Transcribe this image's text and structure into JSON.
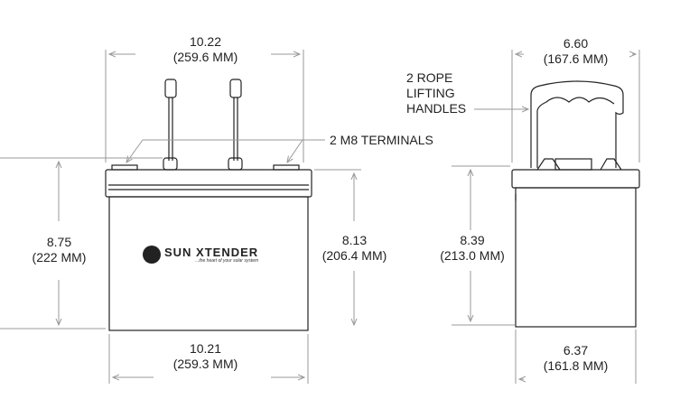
{
  "front_view": {
    "top_width": {
      "in": "10.22",
      "mm": "(259.6 MM)"
    },
    "bottom_width": {
      "in": "10.21",
      "mm": "(259.3 MM)"
    },
    "total_height": {
      "in": "8.75",
      "mm": "(222 MM)"
    },
    "case_height": {
      "in": "8.13",
      "mm": "(206.4 MM)"
    },
    "terminals_label": "2 M8 TERMINALS",
    "logo": {
      "brand": "SUN XTENDER",
      "tagline": "...the heart of your solar system"
    }
  },
  "side_view": {
    "top_width": {
      "in": "6.60",
      "mm": "(167.6 MM)"
    },
    "bottom_width": {
      "in": "6.37",
      "mm": "(161.8 MM)"
    },
    "case_height": {
      "in": "8.39",
      "mm": "(213.0 MM)"
    },
    "handles_label": [
      "2 ROPE",
      "LIFTING",
      "HANDLES"
    ]
  },
  "colors": {
    "line": "#222222",
    "dimension": "#999999"
  }
}
